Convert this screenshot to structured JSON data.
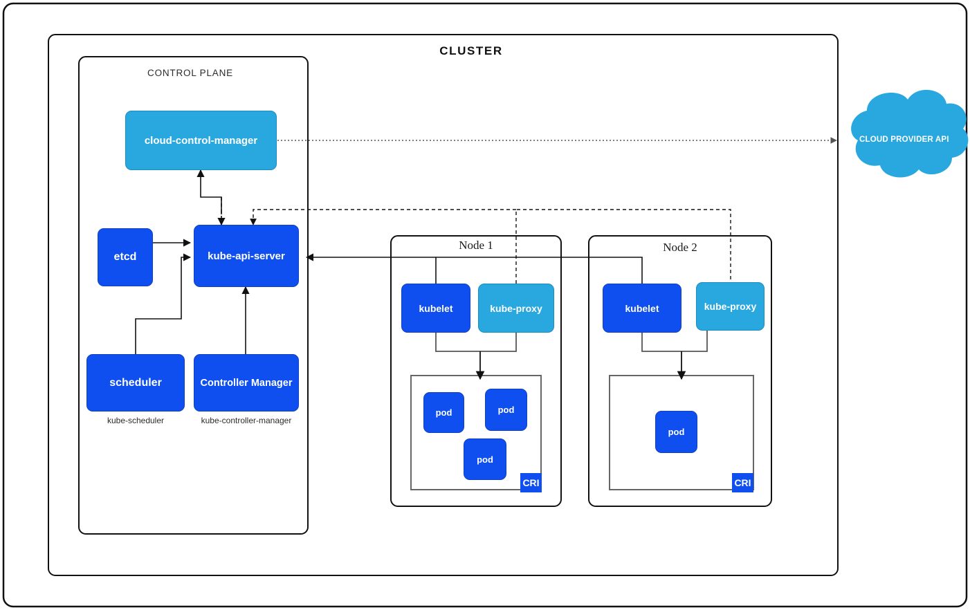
{
  "diagram": {
    "title": "CLUSTER",
    "outer_frame_name": "page-frame"
  },
  "control_plane": {
    "title": "CONTROL PLANE",
    "components": [
      {
        "id": "cloud-control-manager",
        "label": "cloud-control-manager",
        "color": "#29a8df"
      },
      {
        "id": "etcd",
        "label": "etcd",
        "color": "#0f4ff0"
      },
      {
        "id": "kube-api-server",
        "label": "kube-api-server",
        "color": "#0f4ff0"
      },
      {
        "id": "scheduler",
        "label": "scheduler",
        "color": "#0f4ff0",
        "caption": "kube-scheduler"
      },
      {
        "id": "controller-manager",
        "label": "Controller Manager",
        "color": "#0f4ff0",
        "caption": "kube-controller-manager"
      }
    ],
    "captions": {
      "scheduler": "kube-scheduler",
      "controller_manager": "kube-controller-manager"
    }
  },
  "nodes": [
    {
      "title": "Node 1",
      "kubelet": "kubelet",
      "kube_proxy": "kube-proxy",
      "cri_badge": "CRI",
      "pods": [
        "pod",
        "pod",
        "pod"
      ],
      "pod_count": 3
    },
    {
      "title": "Node 2",
      "kubelet": "kubelet",
      "kube_proxy": "kube-proxy",
      "cri_badge": "CRI",
      "pods": [
        "pod"
      ],
      "pod_count": 1
    }
  ],
  "cloud": {
    "label": "CLOUD PROVIDER API",
    "color": "#29a8df"
  },
  "colors": {
    "primary_blue": "#0f4ff0",
    "light_blue": "#29a8df",
    "stroke": "#1a1a1a",
    "background": "#ffffff"
  }
}
